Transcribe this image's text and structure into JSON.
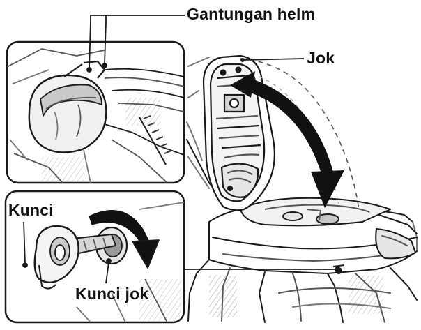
{
  "labels": {
    "helmet_hanger": "Gantungan helm",
    "seat": "Jok",
    "key": "Kunci",
    "seat_lock": "Kunci jok"
  },
  "colors": {
    "ink": "#1a1a1a",
    "light_ink": "#777777",
    "fill_light": "#e6e6e6",
    "fill_mid": "#c9c9c9",
    "fill_dark": "#9a9a9a",
    "background": "#ffffff"
  },
  "icons": {
    "open_arrow": "curved-double-arrow-icon",
    "turn_arrow": "curved-turn-arrow-icon"
  }
}
